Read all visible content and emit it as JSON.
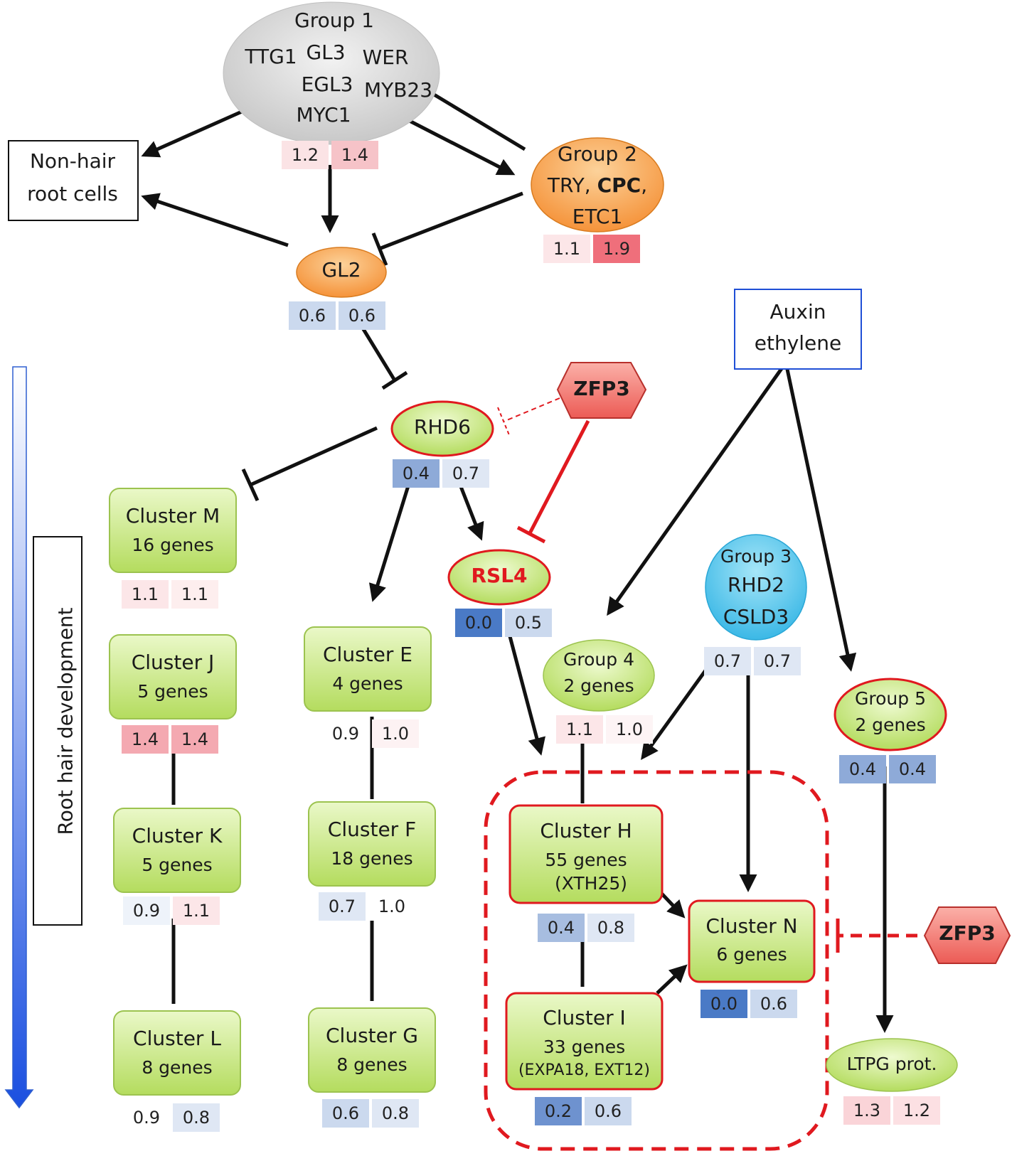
{
  "group1": {
    "title": "Group 1",
    "genes": [
      "TTG1",
      "GL3",
      "WER",
      "EGL3",
      "MYB23",
      "MYC1"
    ],
    "values": [
      "1.2",
      "1.4"
    ]
  },
  "nonhair": {
    "line1": "Non-hair",
    "line2": "root cells"
  },
  "group2": {
    "title": "Group 2",
    "line2a": "TRY, ",
    "line2b": "CPC",
    "line2c": ",",
    "line3": "ETC1",
    "values": [
      "1.1",
      "1.9"
    ]
  },
  "gl2": {
    "label": "GL2",
    "values": [
      "0.6",
      "0.6"
    ]
  },
  "auxin": {
    "line1": "Auxin",
    "line2": "ethylene"
  },
  "zfp3_top": {
    "label": "ZFP3"
  },
  "zfp3_right": {
    "label": "ZFP3"
  },
  "rhd6": {
    "label": "RHD6",
    "values": [
      "0.4",
      "0.7"
    ]
  },
  "rsl4": {
    "label": "RSL4",
    "values": [
      "0.0",
      "0.5"
    ]
  },
  "axis_label": "Root hair development",
  "clusterM": {
    "title": "Cluster M",
    "genes": "16 genes",
    "values": [
      "1.1",
      "1.1"
    ]
  },
  "clusterJ": {
    "title": "Cluster J",
    "genes": "5 genes",
    "values": [
      "1.4",
      "1.4"
    ]
  },
  "clusterK": {
    "title": "Cluster K",
    "genes": "5 genes",
    "values": [
      "0.9",
      "1.1"
    ]
  },
  "clusterL": {
    "title": "Cluster L",
    "genes": "8 genes",
    "values": [
      "0.9",
      "0.8"
    ]
  },
  "clusterE": {
    "title": "Cluster E",
    "genes": "4 genes",
    "values": [
      "0.9",
      "1.0"
    ]
  },
  "clusterF": {
    "title": "Cluster F",
    "genes": "18 genes",
    "values": [
      "0.7",
      "1.0"
    ]
  },
  "clusterG": {
    "title": "Cluster G",
    "genes": "8 genes",
    "values": [
      "0.6",
      "0.8"
    ]
  },
  "group4": {
    "title": "Group 4",
    "genes": "2 genes",
    "values": [
      "1.1",
      "1.0"
    ]
  },
  "group3": {
    "title": "Group 3",
    "line2": "RHD2",
    "line3": "CSLD3",
    "values": [
      "0.7",
      "0.7"
    ]
  },
  "group5": {
    "title": "Group 5",
    "genes": "2 genes",
    "values": [
      "0.4",
      "0.4"
    ]
  },
  "clusterH": {
    "title": "Cluster H",
    "genes": "55 genes",
    "note": "(XTH25)",
    "values": [
      "0.4",
      "0.8"
    ]
  },
  "clusterI": {
    "title": "Cluster I",
    "genes": "33 genes",
    "note": "(EXPA18, EXT12)",
    "values": [
      "0.2",
      "0.6"
    ]
  },
  "clusterN": {
    "title": "Cluster N",
    "genes": "6 genes",
    "values": [
      "0.0",
      "0.6"
    ]
  },
  "ltpg": {
    "label": "LTPG prot.",
    "values": [
      "1.3",
      "1.2"
    ]
  },
  "colors": {
    "red_line": "#e0191f",
    "green_fill": "#c6e67a",
    "orange_fill": "#f5a34a",
    "gray_fill": "#d9d9d9",
    "blue_fill": "#5bc6ea",
    "zfp3_fill": "#f06a6a",
    "auxin_border": "#1f4fd6"
  }
}
